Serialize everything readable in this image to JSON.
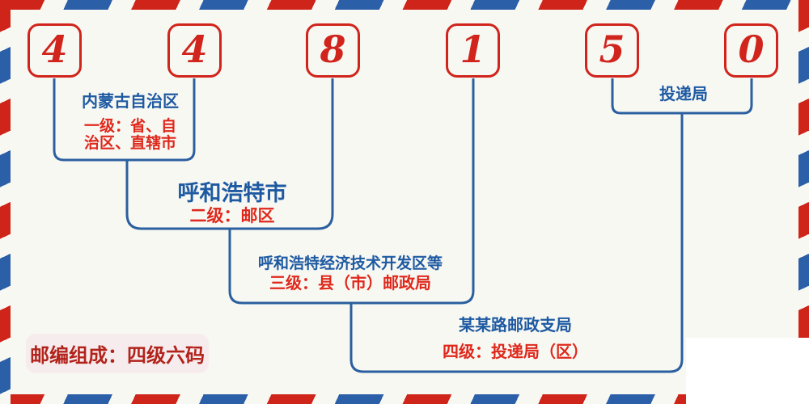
{
  "colors": {
    "background": "#f8f8f3",
    "stripe_red": "#cf2419",
    "stripe_blue": "#2b5fa8",
    "digit_red": "#d0241c",
    "line_blue": "#2b5f9f",
    "text_blue": "#1e5aa2",
    "text_red": "#df281c",
    "footer_bg": "#f6ecee",
    "footer_text": "#b2231b"
  },
  "postal_code": {
    "digits": [
      "4",
      "4",
      "8",
      "1",
      "5",
      "0"
    ]
  },
  "annotations": {
    "level1": {
      "title": "内蒙古自治区",
      "subtitle_lines": [
        "一级：省、自",
        "治区、直辖市"
      ]
    },
    "level2": {
      "title": "呼和浩特市",
      "subtitle": "二级：邮区"
    },
    "level3": {
      "title": "呼和浩特经济技术开发区等",
      "subtitle": "三级：县（市）邮政局"
    },
    "level4": {
      "title": "某某路邮政支局",
      "subtitle": "四级：投递局（区）"
    },
    "delivery": {
      "title": "投递局"
    },
    "footer_note": "邮编组成：四级六码"
  }
}
